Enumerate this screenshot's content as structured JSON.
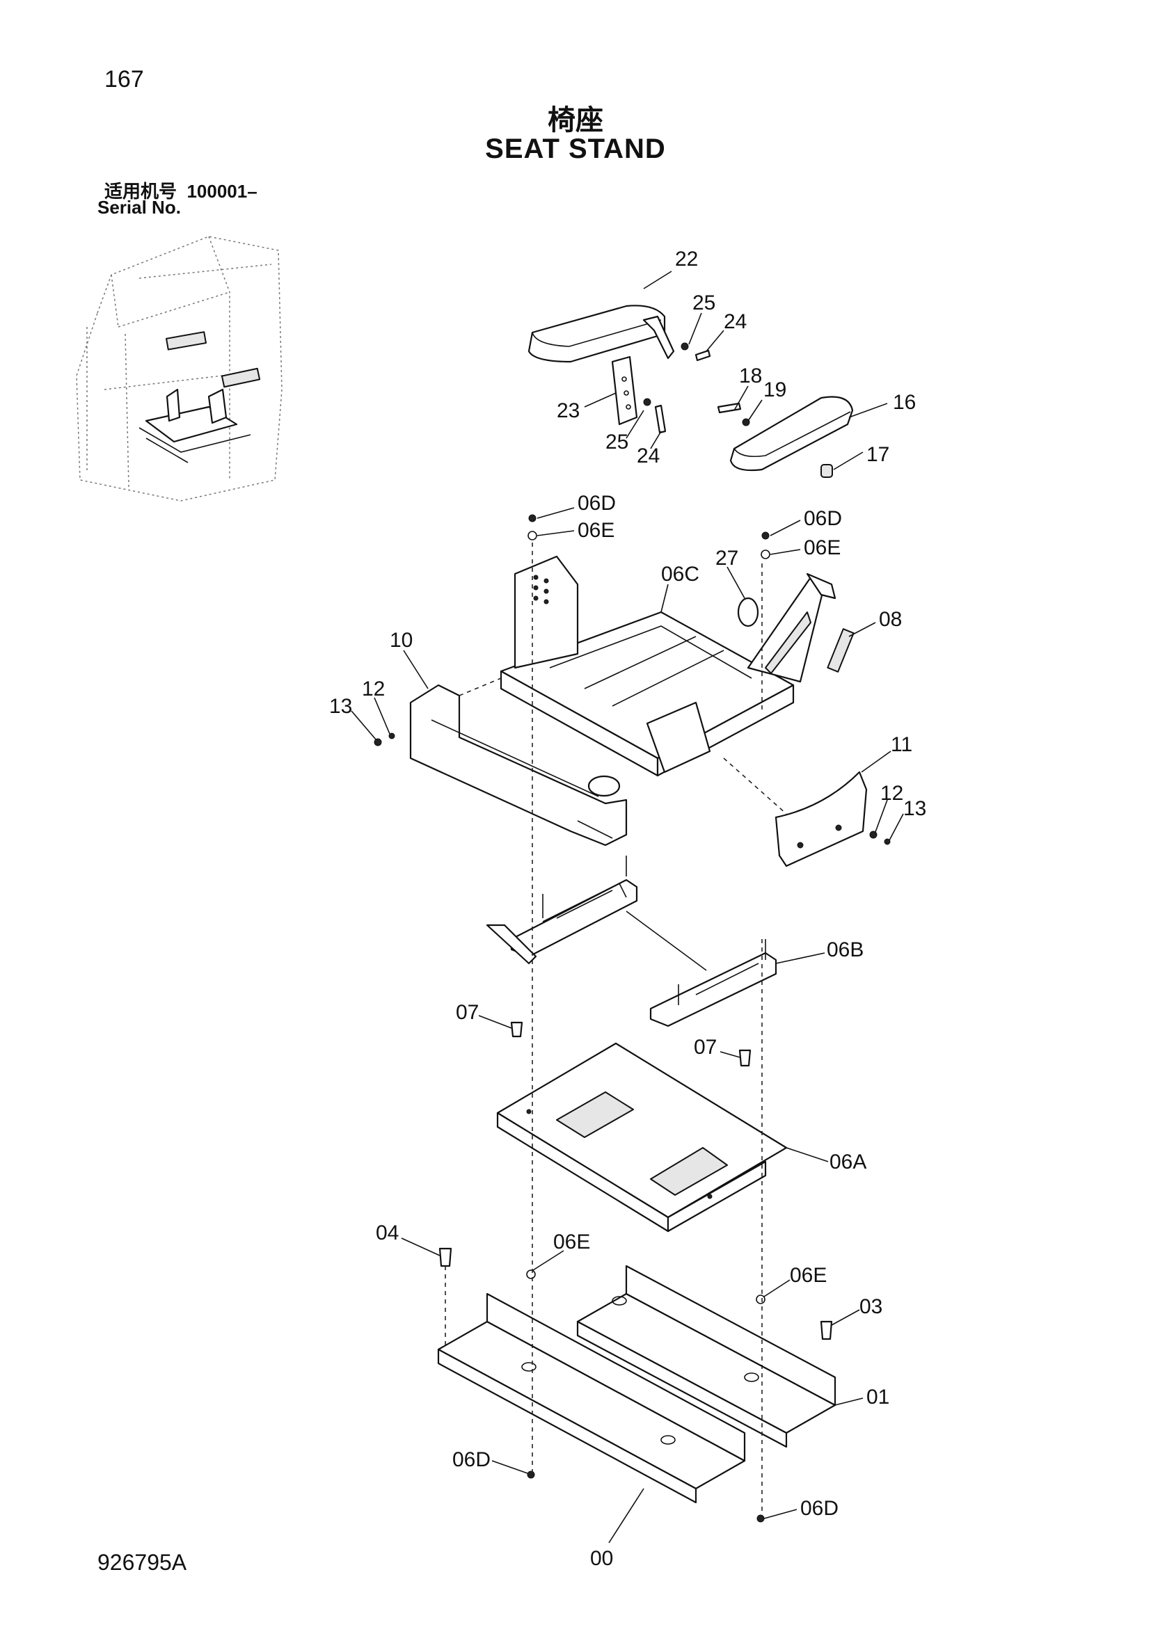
{
  "page_number": "167",
  "title_cn": "椅座",
  "title_en": "SEAT STAND",
  "serial_label_cn": "适用机号",
  "serial_from": "100001–",
  "serial_label_en": "Serial No.",
  "document_number": "926795A",
  "callouts": {
    "c22": "22",
    "c25a": "25",
    "c24a": "24",
    "c18": "18",
    "c19": "19",
    "c16": "16",
    "c23": "23",
    "c25b": "25",
    "c24b": "24",
    "c17": "17",
    "c06d1": "06D",
    "c06e1": "06E",
    "c06d2": "06D",
    "c06e2": "06E",
    "c06c": "06C",
    "c27": "27",
    "c08": "08",
    "c10": "10",
    "c12a": "12",
    "c13a": "13",
    "c11": "11",
    "c12b": "12",
    "c13b": "13",
    "c06b": "06B",
    "c07a": "07",
    "c07b": "07",
    "c06a": "06A",
    "c04": "04",
    "c06e3": "06E",
    "c06e4": "06E",
    "c03": "03",
    "c01": "01",
    "c06d3": "06D",
    "c00": "00",
    "c06d4": "06D"
  }
}
